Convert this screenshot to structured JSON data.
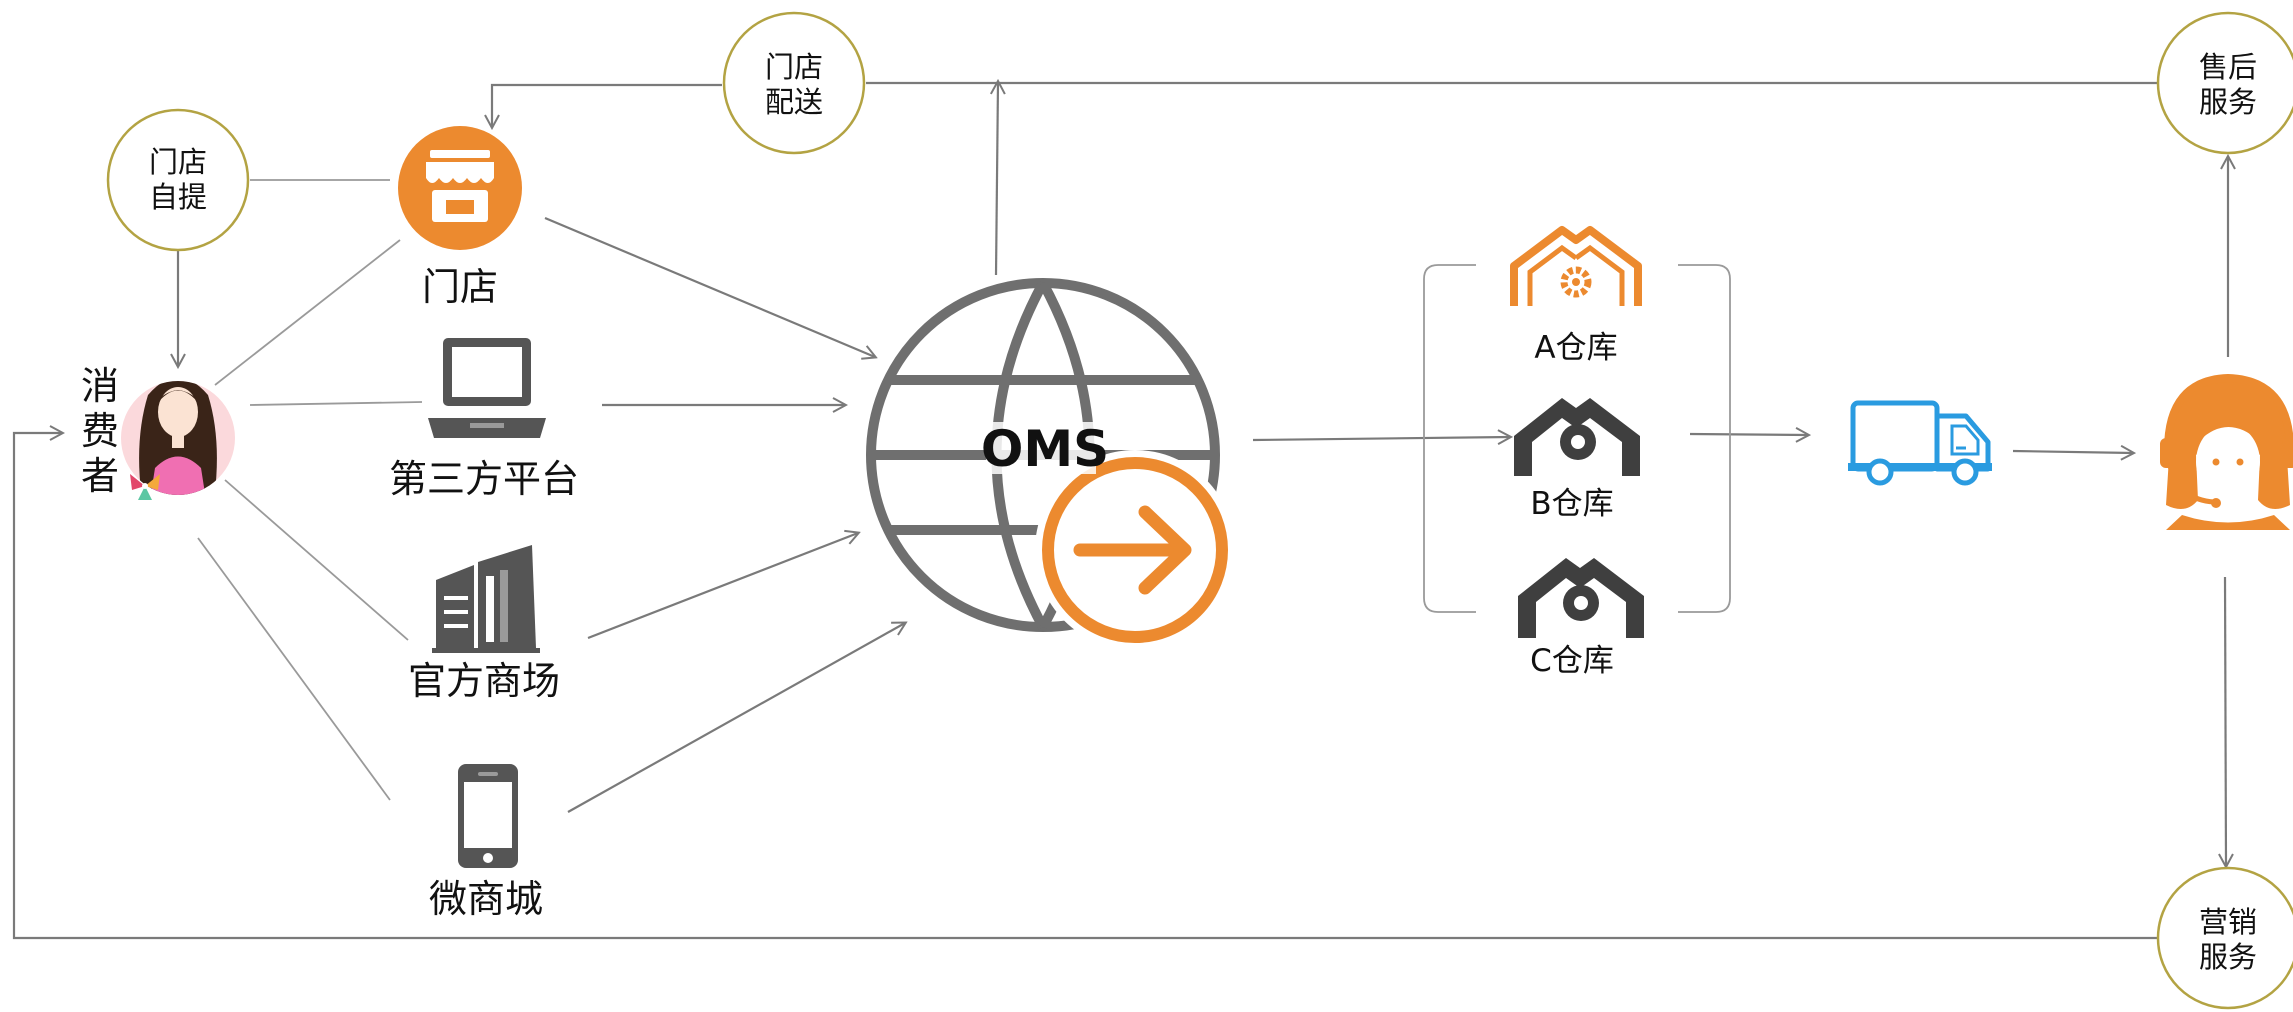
{
  "circles": {
    "store_pickup": [
      "门店",
      "自提"
    ],
    "store_delivery": [
      "门店",
      "配送"
    ],
    "after_sales": [
      "售后",
      "服务"
    ],
    "marketing": [
      "营销",
      "服务"
    ]
  },
  "consumer_label": [
    "消",
    "费",
    "者"
  ],
  "channels": {
    "store": "门店",
    "third_party": "第三方平台",
    "official_mall": "官方商场",
    "micro_mall": "微商城"
  },
  "oms_label": "OMS",
  "warehouses": {
    "a": "A仓库",
    "b": "B仓库",
    "c": "C仓库"
  },
  "colors": {
    "orange": "#ec8a2f",
    "gray": "#616161",
    "blue": "#2a9be0",
    "ring": "#b3a343",
    "connector": "#7a7a7a"
  },
  "icons": {
    "store": "storefront-icon",
    "third_party": "laptop-icon",
    "official_mall": "building-icon",
    "micro_mall": "phone-icon",
    "oms": "globe-arrow-icon",
    "warehouse": "warehouse-gear-icon",
    "truck": "truck-icon",
    "service": "customer-service-icon"
  }
}
